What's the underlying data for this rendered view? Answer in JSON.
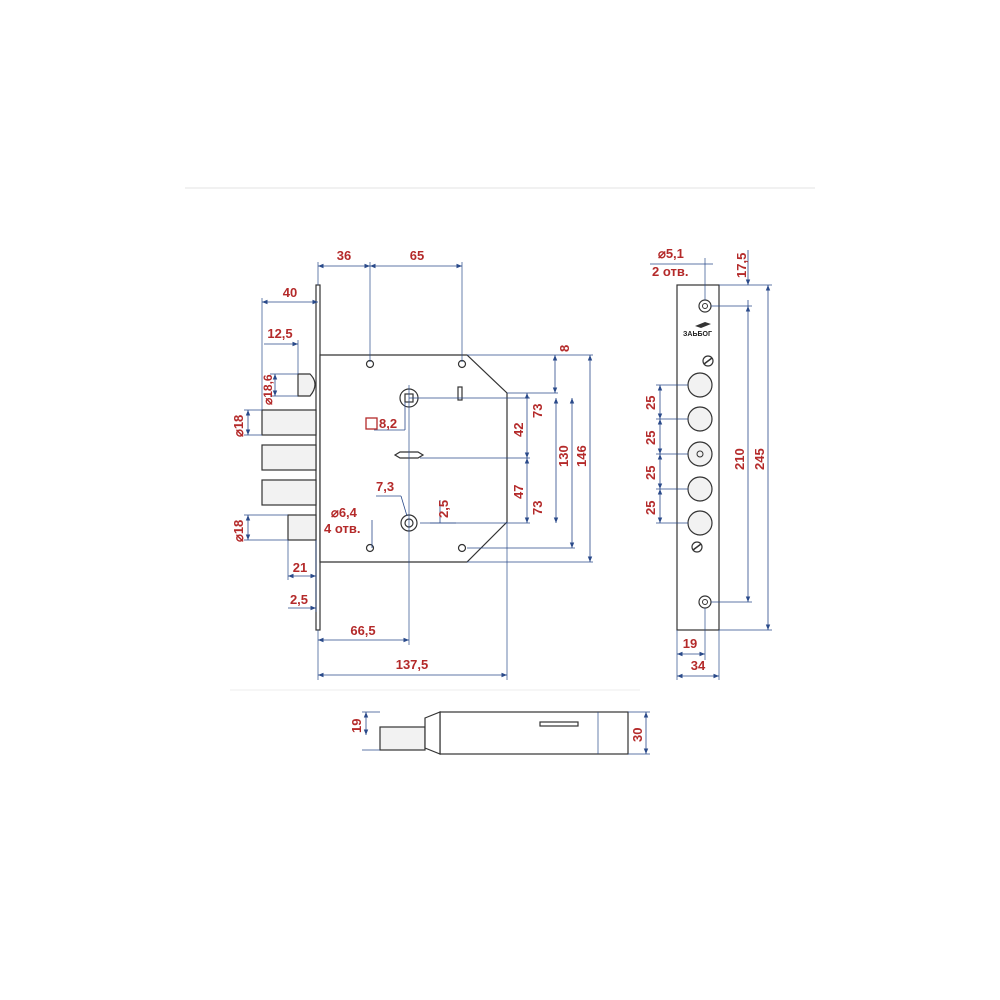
{
  "dimensions": {
    "top_36": "36",
    "top_65": "65",
    "left_40": "40",
    "left_12_5": "12,5",
    "dia_18_6": "⌀18,6",
    "dia_18_top": "⌀18",
    "dia_18_bottom": "⌀18",
    "square_8_2": "8,2",
    "dim_7_3": "7,3",
    "dim_2_5_mid": "2,5",
    "dia_6_4": "⌀6,4",
    "holes_4": "4 отв.",
    "dim_21": "21",
    "dim_2_5_bottom": "2,5",
    "dim_66_5": "66,5",
    "dim_137_5": "137,5",
    "right_8": "8",
    "right_73_top": "73",
    "right_42": "42",
    "right_130": "130",
    "right_146": "146",
    "right_47": "47",
    "right_73_bottom": "73",
    "plate_dia_5_1": "⌀5,1",
    "plate_holes_2": "2 отв.",
    "plate_17_5": "17,5",
    "plate_25_a": "25",
    "plate_25_b": "25",
    "plate_25_c": "25",
    "plate_25_d": "25",
    "plate_210": "210",
    "plate_245": "245",
    "plate_19": "19",
    "plate_34": "34",
    "bolt_19": "19",
    "bolt_30": "30"
  },
  "logo": {
    "text": "ЗАЬБОГ"
  }
}
